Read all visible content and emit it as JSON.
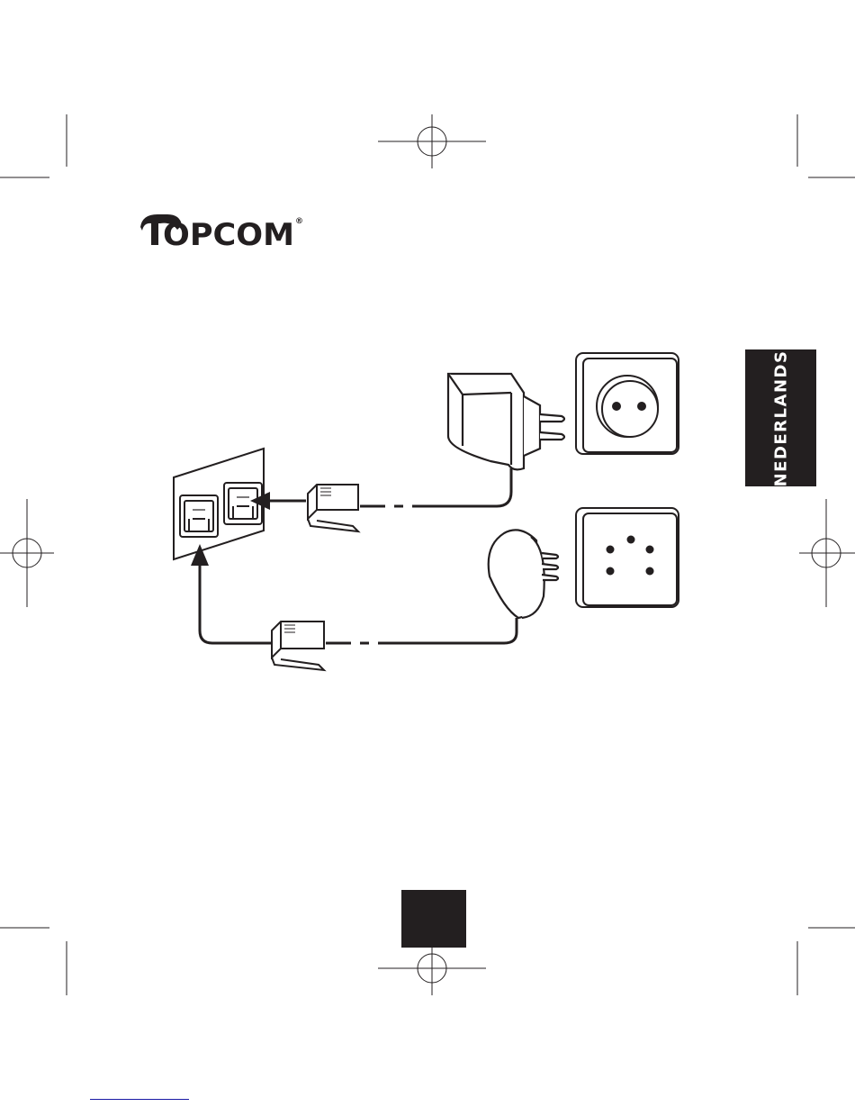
{
  "brand": {
    "logo_text": "TOPCOM",
    "registered_mark": "®"
  },
  "language_tab": {
    "label": "NEDERLANDS"
  },
  "diagram": {
    "power_socket": "power-outlet",
    "phone_socket": "telephone-wall-socket",
    "adapter": "power-adapter",
    "phone_plug": "telephone-plug",
    "device_ports": "rj11-double-port"
  },
  "colors": {
    "ink": "#231f20",
    "paper": "#ffffff"
  }
}
